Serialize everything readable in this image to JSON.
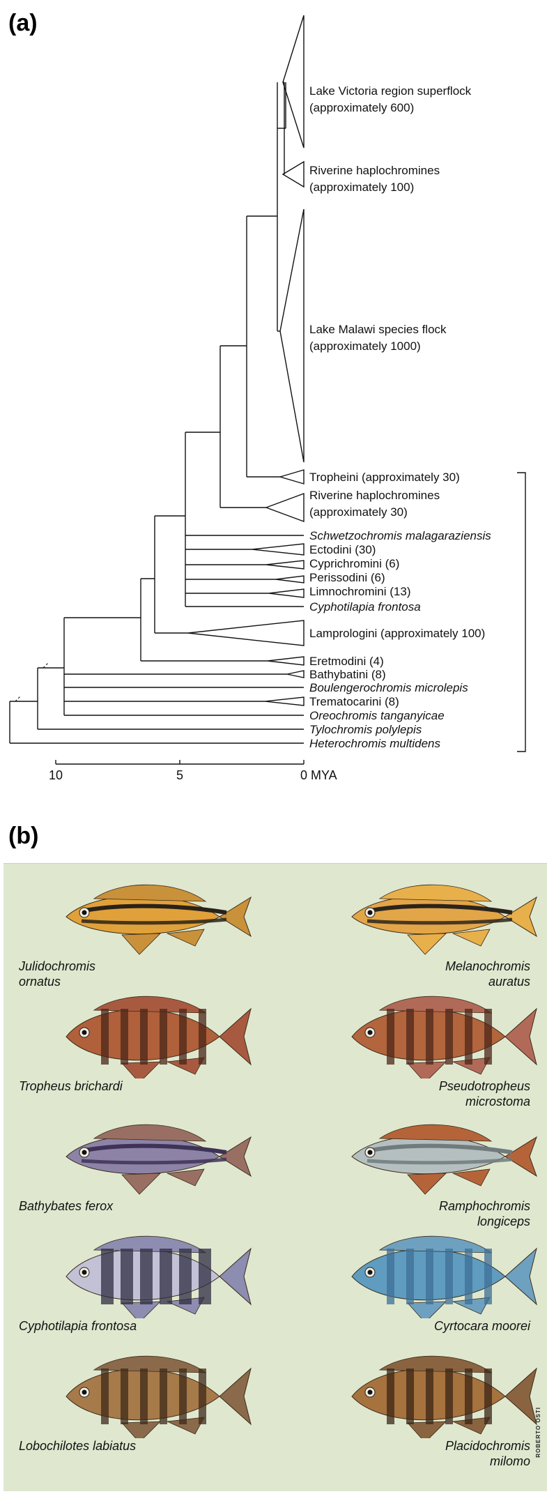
{
  "panel_a": {
    "label": "(a)",
    "axis": {
      "ticks": [
        {
          "value": 10,
          "label": "10"
        },
        {
          "value": 5,
          "label": "5"
        },
        {
          "value": 0,
          "label": "0"
        }
      ],
      "unit": "MYA"
    },
    "taxa": [
      {
        "id": "t1",
        "lines": [
          "Lake Victoria region superflock",
          "(approximately 600)"
        ],
        "italic": false,
        "collapsed": true
      },
      {
        "id": "t2",
        "lines": [
          "Riverine haplochromines",
          "(approximately 100)"
        ],
        "italic": false,
        "collapsed": true
      },
      {
        "id": "t3",
        "lines": [
          "Lake Malawi species flock",
          "(approximately 1000)"
        ],
        "italic": false,
        "collapsed": true
      },
      {
        "id": "t4",
        "lines": [
          "Tropheini (approximately 30)"
        ],
        "italic": false,
        "collapsed": true
      },
      {
        "id": "t5",
        "lines": [
          "Riverine haplochromines",
          "(approximately 30)"
        ],
        "italic": false,
        "collapsed": true
      },
      {
        "id": "t6",
        "lines": [
          "Schwetzochromis malagaraziensis"
        ],
        "italic": true,
        "collapsed": false
      },
      {
        "id": "t7",
        "lines": [
          "Ectodini (30)"
        ],
        "italic": false,
        "collapsed": true
      },
      {
        "id": "t8",
        "lines": [
          "Cyprichromini (6)"
        ],
        "italic": false,
        "collapsed": true
      },
      {
        "id": "t9",
        "lines": [
          "Perissodini (6)"
        ],
        "italic": false,
        "collapsed": true
      },
      {
        "id": "t10",
        "lines": [
          "Limnochromini (13)"
        ],
        "italic": false,
        "collapsed": true
      },
      {
        "id": "t11",
        "lines": [
          "Cyphotilapia frontosa"
        ],
        "italic": true,
        "collapsed": false
      },
      {
        "id": "t12",
        "lines": [
          "Lamprologini (approximately 100)"
        ],
        "italic": false,
        "collapsed": true
      },
      {
        "id": "t13",
        "lines": [
          "Eretmodini (4)"
        ],
        "italic": false,
        "collapsed": true
      },
      {
        "id": "t14",
        "lines": [
          "Bathybatini (8)"
        ],
        "italic": false,
        "collapsed": true
      },
      {
        "id": "t15",
        "lines": [
          "Boulengerochromis microlepis"
        ],
        "italic": true,
        "collapsed": false
      },
      {
        "id": "t16",
        "lines": [
          "Trematocarini (8)"
        ],
        "italic": false,
        "collapsed": true
      },
      {
        "id": "t17",
        "lines": [
          "Oreochromis tanganyicae"
        ],
        "italic": true,
        "collapsed": false
      },
      {
        "id": "t18",
        "lines": [
          "Tylochromis polylepis"
        ],
        "italic": true,
        "collapsed": false
      },
      {
        "id": "t19",
        "lines": [
          "Heterochromis multidens"
        ],
        "italic": true,
        "collapsed": false
      }
    ]
  },
  "panel_b": {
    "label": "(b)",
    "credit": "ROBERTO OSTI",
    "fish": [
      {
        "name": "Julidochromis ornatus",
        "column": "left",
        "colors": {
          "body": "#e0a13a",
          "stripe": "#2a2218",
          "fin": "#c9913a"
        }
      },
      {
        "name": "Melanochromis auratus",
        "column": "right",
        "colors": {
          "body": "#e2a548",
          "stripe": "#2b241c",
          "fin": "#e8b04a"
        }
      },
      {
        "name": "Tropheus brichardi",
        "column": "left",
        "colors": {
          "body": "#b0603a",
          "stripe": "#4a2518",
          "fin": "#a85a40"
        }
      },
      {
        "name": "Pseudotropheus microstoma",
        "column": "right",
        "colors": {
          "body": "#b3653d",
          "stripe": "#4b2719",
          "fin": "#b26a58"
        }
      },
      {
        "name": "Bathybates ferox",
        "column": "left",
        "colors": {
          "body": "#8c83a6",
          "stripe": "#3e3256",
          "fin": "#9a6f63"
        }
      },
      {
        "name": "Ramphochromis longiceps",
        "column": "right",
        "colors": {
          "body": "#b6bfbf",
          "stripe": "#6f7b7c",
          "fin": "#b5643a"
        }
      },
      {
        "name": "Cyphotilapia frontosa",
        "column": "left",
        "colors": {
          "body": "#c2c1d6",
          "stripe": "#2d2c42",
          "fin": "#8d8cb1"
        }
      },
      {
        "name": "Cyrtocara moorei",
        "column": "right",
        "colors": {
          "body": "#5f9cc0",
          "stripe": "#3f6f96",
          "fin": "#6ea1c0"
        }
      },
      {
        "name": "Lobochilotes labiatus",
        "column": "left",
        "colors": {
          "body": "#a77a4a",
          "stripe": "#3d2a1a",
          "fin": "#8a6a4a"
        }
      },
      {
        "name": "Placidochromis milomo",
        "column": "right",
        "colors": {
          "body": "#a6723e",
          "stripe": "#3a2616",
          "fin": "#8a6440"
        }
      }
    ]
  }
}
